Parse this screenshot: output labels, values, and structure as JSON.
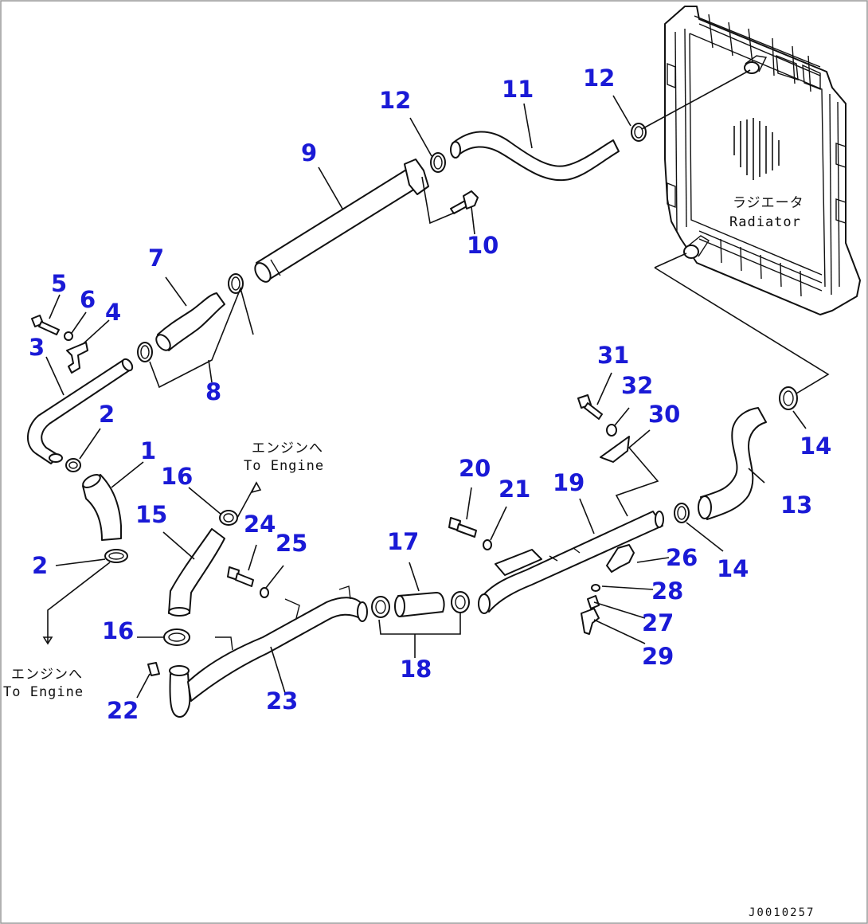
{
  "drawing": {
    "code": "J0010257",
    "radiator": {
      "jp": "ラジエータ",
      "en": "Radiator"
    },
    "engine_top": {
      "jp": "エンジンへ",
      "en": "To Engine"
    },
    "engine_left": {
      "jp": "エンジンへ",
      "en": "To Engine"
    }
  },
  "labels": {
    "p1": "1",
    "p2a": "2",
    "p2b": "2",
    "p3": "3",
    "p4": "4",
    "p5": "5",
    "p6": "6",
    "p7": "7",
    "p8": "8",
    "p9": "9",
    "p10": "10",
    "p11": "11",
    "p12a": "12",
    "p12b": "12",
    "p13": "13",
    "p14a": "14",
    "p14b": "14",
    "p15": "15",
    "p16a": "16",
    "p16b": "16",
    "p17": "17",
    "p18": "18",
    "p19": "19",
    "p20": "20",
    "p21": "21",
    "p22": "22",
    "p23": "23",
    "p24": "24",
    "p25": "25",
    "p26": "26",
    "p27": "27",
    "p28": "28",
    "p29": "29",
    "p30": "30",
    "p31": "31",
    "p32": "32"
  },
  "colors": {
    "callout": "#1a1ad6",
    "line": "#111111",
    "border": "#888888"
  }
}
